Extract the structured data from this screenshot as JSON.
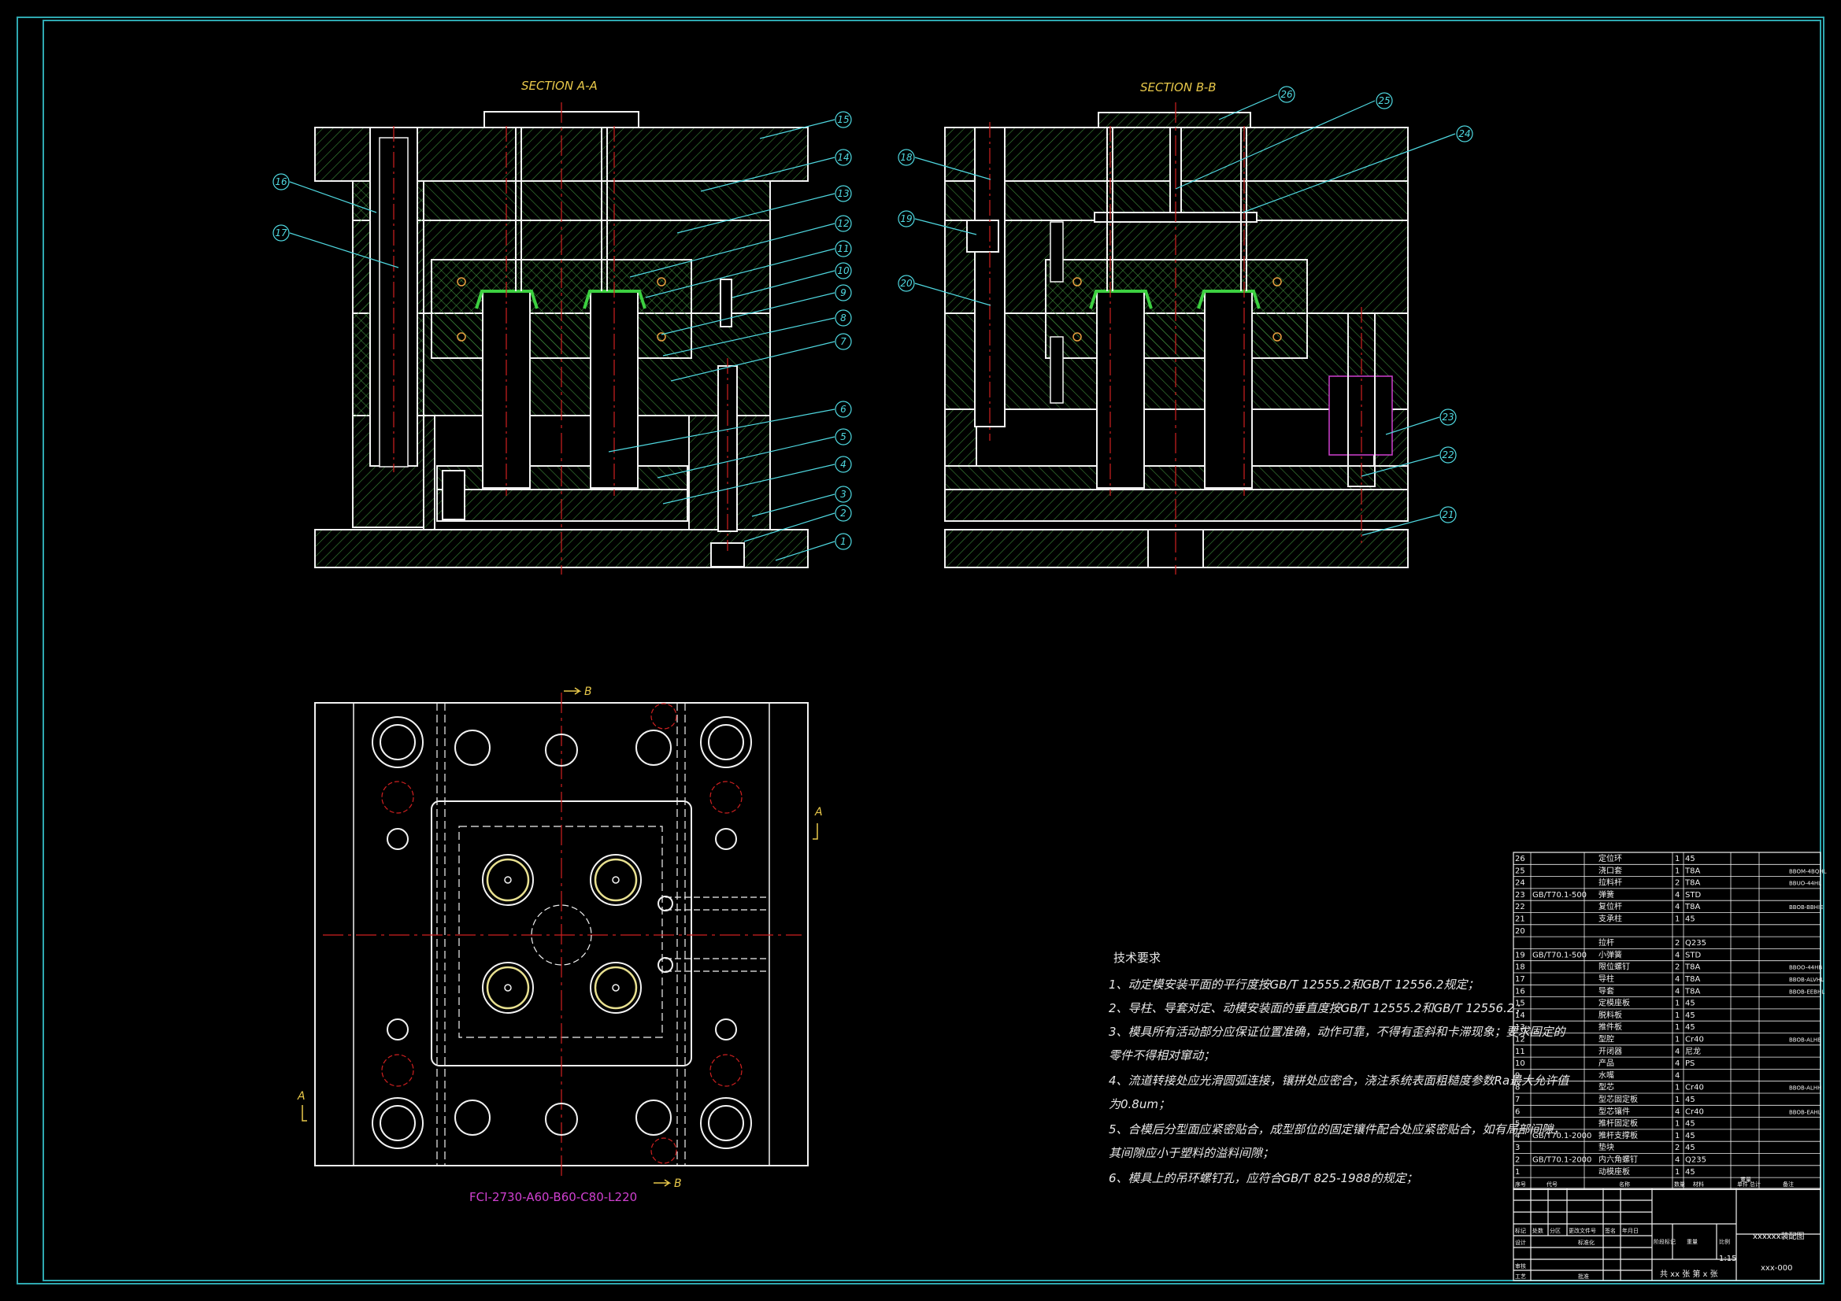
{
  "colors": {
    "background": "#000000",
    "frame": "#2fa8b0",
    "outline": "#f2f2f2",
    "hatch": "#3d8a3a",
    "centerline": "#d02020",
    "callout": "#4fd8e0",
    "yellow": "#e8c84a",
    "pink": "#d040d0",
    "product_green": "#3cd040"
  },
  "views": {
    "section_aa_title": "SECTION A-A",
    "section_bb_title": "SECTION B-B",
    "plan_marks": {
      "b_top": "B",
      "b_bottom": "B",
      "a_right": "A",
      "a_left": "A"
    },
    "mold_base_code": "FCI-2730-A60-B60-C80-L220"
  },
  "callouts_aa": [
    "15",
    "14",
    "13",
    "12",
    "11",
    "10",
    "9",
    "8",
    "7",
    "6",
    "5",
    "4",
    "3",
    "2",
    "1",
    "16",
    "17"
  ],
  "callouts_bb": [
    "26",
    "25",
    "24",
    "18",
    "19",
    "20",
    "23",
    "22",
    "21"
  ],
  "notes": {
    "title": "技术要求",
    "lines": [
      "1、动定模安装平面的平行度按GB/T 12555.2和GB/T 12556.2规定；",
      "2、导柱、导套对定、动模安装面的垂直度按GB/T 12555.2和GB/T 12556.2；",
      "3、模具所有活动部分应保证位置准确，动作可靠，不得有歪斜和卡滞现象；要求固定的",
      "   零件不得相对窜动；",
      "4、流道转接处应光滑圆弧连接，镶拼处应密合，浇注系统表面粗糙度参数Ra最大允许值",
      "   为0.8um；",
      "5、合模后分型面应紧密贴合，成型部位的固定镶件配合处应紧密贴合，如有局部间隙，",
      "   其间隙应小于塑料的溢料间隙；",
      "6、模具上的吊环螺钉孔，应符合GB/T 825-1988的规定；"
    ]
  },
  "bom": [
    {
      "no": "26",
      "code": "",
      "name": "定位环",
      "qty": "1",
      "mat": "45",
      "note": ""
    },
    {
      "no": "25",
      "code": "",
      "name": "浇口套",
      "qty": "1",
      "mat": "T8A",
      "note": "BBOM-4BQHL"
    },
    {
      "no": "24",
      "code": "",
      "name": "拉料杆",
      "qty": "2",
      "mat": "T8A",
      "note": "BBUO-44HL"
    },
    {
      "no": "23",
      "code": "GB/T70.1-500",
      "name": "弹簧",
      "qty": "4",
      "mat": "STD",
      "note": ""
    },
    {
      "no": "22",
      "code": "",
      "name": "复位杆",
      "qty": "4",
      "mat": "T8A",
      "note": "BBOB-BBHIE"
    },
    {
      "no": "21",
      "code": "",
      "name": "支承柱",
      "qty": "1",
      "mat": "45",
      "note": ""
    },
    {
      "no": "20",
      "code": "",
      "name": "",
      "qty": "",
      "mat": "",
      "note": ""
    },
    {
      "no": "",
      "code": "",
      "name": "拉杆",
      "qty": "2",
      "mat": "Q235",
      "note": ""
    },
    {
      "no": "19",
      "code": "GB/T70.1-500",
      "name": "小弹簧",
      "qty": "4",
      "mat": "STD",
      "note": ""
    },
    {
      "no": "18",
      "code": "",
      "name": "限位螺钉",
      "qty": "2",
      "mat": "T8A",
      "note": "BBOO-44HB"
    },
    {
      "no": "17",
      "code": "",
      "name": "导柱",
      "qty": "4",
      "mat": "T8A",
      "note": "BBOB-ALVHL"
    },
    {
      "no": "16",
      "code": "",
      "name": "导套",
      "qty": "4",
      "mat": "T8A",
      "note": "BBOB-EEBHL"
    },
    {
      "no": "15",
      "code": "",
      "name": "定模座板",
      "qty": "1",
      "mat": "45",
      "note": ""
    },
    {
      "no": "14",
      "code": "",
      "name": "脱料板",
      "qty": "1",
      "mat": "45",
      "note": ""
    },
    {
      "no": "13",
      "code": "",
      "name": "推件板",
      "qty": "1",
      "mat": "45",
      "note": ""
    },
    {
      "no": "12",
      "code": "",
      "name": "型腔",
      "qty": "1",
      "mat": "Cr40",
      "note": "BBOB-ALHB"
    },
    {
      "no": "11",
      "code": "",
      "name": "开闭器",
      "qty": "4",
      "mat": "尼龙",
      "note": ""
    },
    {
      "no": "10",
      "code": "",
      "name": "产品",
      "qty": "4",
      "mat": "PS",
      "note": ""
    },
    {
      "no": "9",
      "code": "",
      "name": "水嘴",
      "qty": "4",
      "mat": "",
      "note": ""
    },
    {
      "no": "8",
      "code": "",
      "name": "型芯",
      "qty": "1",
      "mat": "Cr40",
      "note": "BBOB-ALHH"
    },
    {
      "no": "7",
      "code": "",
      "name": "型芯固定板",
      "qty": "1",
      "mat": "45",
      "note": ""
    },
    {
      "no": "6",
      "code": "",
      "name": "型芯镶件",
      "qty": "4",
      "mat": "Cr40",
      "note": "BBOB-EAHL"
    },
    {
      "no": "5",
      "code": "",
      "name": "推杆固定板",
      "qty": "1",
      "mat": "45",
      "note": ""
    },
    {
      "no": "4",
      "code": "GB/T70.1-2000",
      "name": "推杆支撑板",
      "qty": "1",
      "mat": "45",
      "note": ""
    },
    {
      "no": "3",
      "code": "",
      "name": "垫块",
      "qty": "2",
      "mat": "45",
      "note": ""
    },
    {
      "no": "2",
      "code": "GB/T70.1-2000",
      "name": "内六角螺钉",
      "qty": "4",
      "mat": "Q235",
      "note": ""
    },
    {
      "no": "1",
      "code": "",
      "name": "动模座板",
      "qty": "1",
      "mat": "45",
      "note": ""
    }
  ],
  "bom_header": [
    "序号",
    "代号",
    "名称",
    "数量",
    "材料",
    "单件",
    "总计",
    "备注"
  ],
  "bom_header_weight": "重量",
  "title_block": {
    "drawing_title": "xxxxxx装配图",
    "drawing_number": "xxx-000",
    "scale": "1:15",
    "sheets": "共 xx 张  第 x 张",
    "labels": [
      "标记",
      "处数",
      "分区",
      "更改文件号",
      "签名",
      "年月日",
      "设计",
      "标准化",
      "审核",
      "工艺",
      "批准",
      "阶段标记",
      "重量",
      "比例"
    ]
  }
}
